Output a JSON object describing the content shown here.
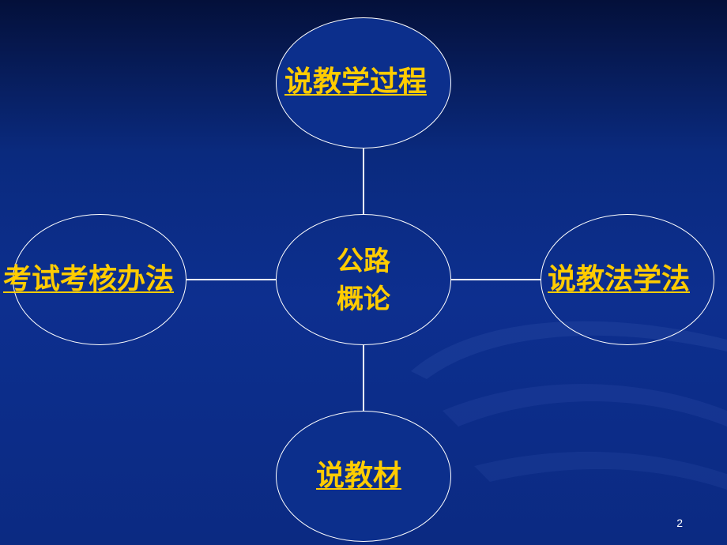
{
  "diagram": {
    "center": {
      "line1": "公路",
      "line2": "概论"
    },
    "nodes": {
      "top": "说教学过程",
      "left": "考试考核办法",
      "right": "说教法学法",
      "bottom": "说教材"
    }
  },
  "page_number": "2",
  "colors": {
    "background": "#0d2f8f",
    "label": "#ffcc00",
    "outline": "#ffffff"
  }
}
